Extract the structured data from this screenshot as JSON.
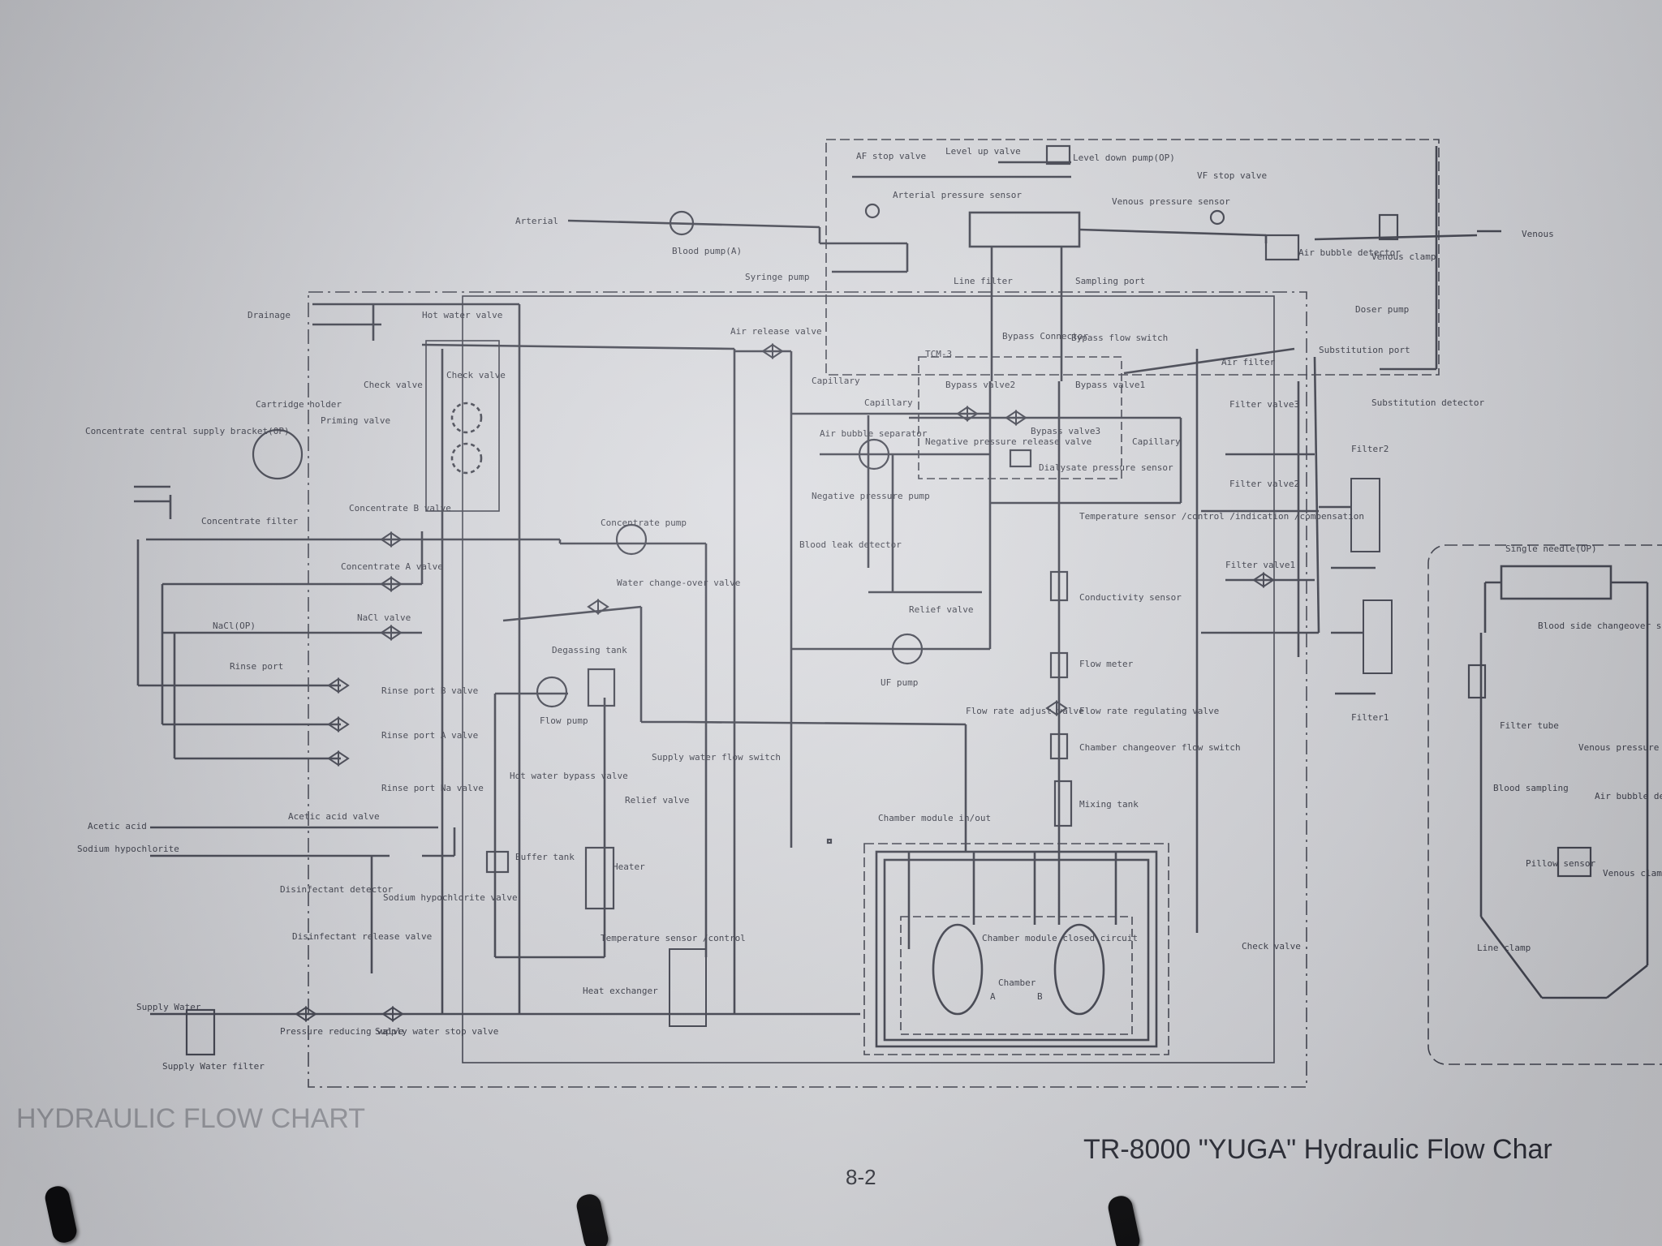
{
  "title": "TR-8000 \"YUGA\" Hydraulic Flow Char",
  "page_number": "8-2",
  "ghost_title": "HYDRAULIC FLOW CHART",
  "labels": {
    "arterial": "Arterial",
    "venous": "Venous",
    "blood_pump": "Blood pump(A)",
    "syringe_pump": "Syringe pump",
    "af_stop_valve": "AF stop valve",
    "level_up_valve": "Level up valve",
    "level_down_pump": "Level down pump(OP)",
    "vf_stop_valve": "VF stop valve",
    "arterial_pressure_sensor": "Arterial pressure sensor",
    "venous_pressure_sensor": "Venous pressure sensor",
    "air_bubble_detector": "Air bubble detector",
    "venous_clamp": "Venous clamp",
    "bypass_connector": "Bypass Connector",
    "line_filter": "Line filter",
    "sampling_port": "Sampling port",
    "bypass_flow_switch": "Bypass flow switch",
    "bypass_valve1": "Bypass valve1",
    "bypass_valve2": "Bypass valve2",
    "bypass_valve3": "Bypass valve3",
    "tcm3": "TCM-3",
    "negative_pressure_release_valve": "Negative pressure release valve",
    "dialysate_pressure_sensor": "Dialysate pressure sensor",
    "capillary": "Capillary",
    "air_release_valve": "Air release valve",
    "air_bubble_separator": "Air bubble separator",
    "negative_pressure_pump": "Negative pressure pump",
    "blood_leak_detector": "Blood leak detector",
    "relief_valve": "Relief valve",
    "uf_pump": "UF pump",
    "drainage": "Drainage",
    "hot_water_valve": "Hot water valve",
    "check_valve": "Check valve",
    "cartridge_holder": "Cartridge holder",
    "priming_valve": "Priming valve",
    "concentrate_supply_bracket": "Concentrate central supply bracket(OP)",
    "concentrate_filter": "Concentrate filter",
    "concentrate_b_valve": "Concentrate B valve",
    "concentrate_a_valve": "Concentrate A valve",
    "concentrate_pump": "Concentrate pump",
    "nacl_valve": "NaCl valve",
    "nacl_op": "NaCl(OP)",
    "water_changeover_valve": "Water change-over valve",
    "degassing_tank": "Degassing tank",
    "flow_pump": "Flow pump",
    "rinse_port": "Rinse port",
    "rinse_port_b_valve": "Rinse port B valve",
    "rinse_port_a_valve": "Rinse port A valve",
    "rinse_port_na_valve": "Rinse port Na valve",
    "supply_water_flow_switch": "Supply water flow switch",
    "hot_water_bypass_valve": "Hot water bypass valve",
    "relief_valve_2": "Relief valve",
    "buffer_tank": "Buffer tank",
    "heater": "Heater",
    "temperature_sensor_control": "Temperature sensor /control",
    "heat_exchanger": "Heat exchanger",
    "acetic_acid": "Acetic acid",
    "acetic_acid_valve": "Acetic acid valve",
    "sodium_hypochlorite": "Sodium hypochlorite",
    "sodium_hypochlorite_valve": "Sodium hypochlorite valve",
    "disinfectant_detector": "Disinfectant detector",
    "disinfectant_release_valve": "Disinfectant release valve",
    "supply_water": "Supply Water",
    "supply_water_filter": "Supply Water filter",
    "pressure_reducing_valve": "Pressure reducing valve",
    "supply_water_stop_valve": "Supply water stop valve",
    "chamber_module_inout": "Chamber module in/out",
    "chamber_module_closed": "Chamber module closed circuit",
    "chamber": "Chamber",
    "temperature_sensor_multi": "Temperature sensor /control /indication /compensation",
    "conductivity_sensor": "Conductivity sensor",
    "flow_meter": "Flow meter",
    "flow_rate_adjust_valve": "Flow rate adjust valve",
    "flow_rate_regulating_valve": "Flow rate regulating valve",
    "chamber_changeover_flow_switch": "Chamber changeover flow switch",
    "mixing_tank": "Mixing tank",
    "air_filter": "Air filter",
    "filter_valve1": "Filter valve1",
    "filter_valve2": "Filter valve2",
    "filter_valve3": "Filter valve3",
    "substitution_port": "Substitution port",
    "substitution_detector": "Substitution detector",
    "filter1": "Filter1",
    "filter2": "Filter2",
    "check_valve_op": "Check valve",
    "single_needle": "Single needle(OP)",
    "blood_side_changeover_sensor": "Blood side changeover sensor",
    "blood_sampling": "Blood sampling",
    "venous_pressure_sensor_2": "Venous pressure sensor",
    "air_bubble_detector_2": "Air bubble detector",
    "filter_tube": "Filter tube",
    "pillow_sensor": "Pillow sensor",
    "venous_clamp_2": "Venous clamp",
    "line_clamp": "Line clamp",
    "dosing_pump": "Doser pump",
    "chamber_a": "A",
    "chamber_b": "B"
  }
}
